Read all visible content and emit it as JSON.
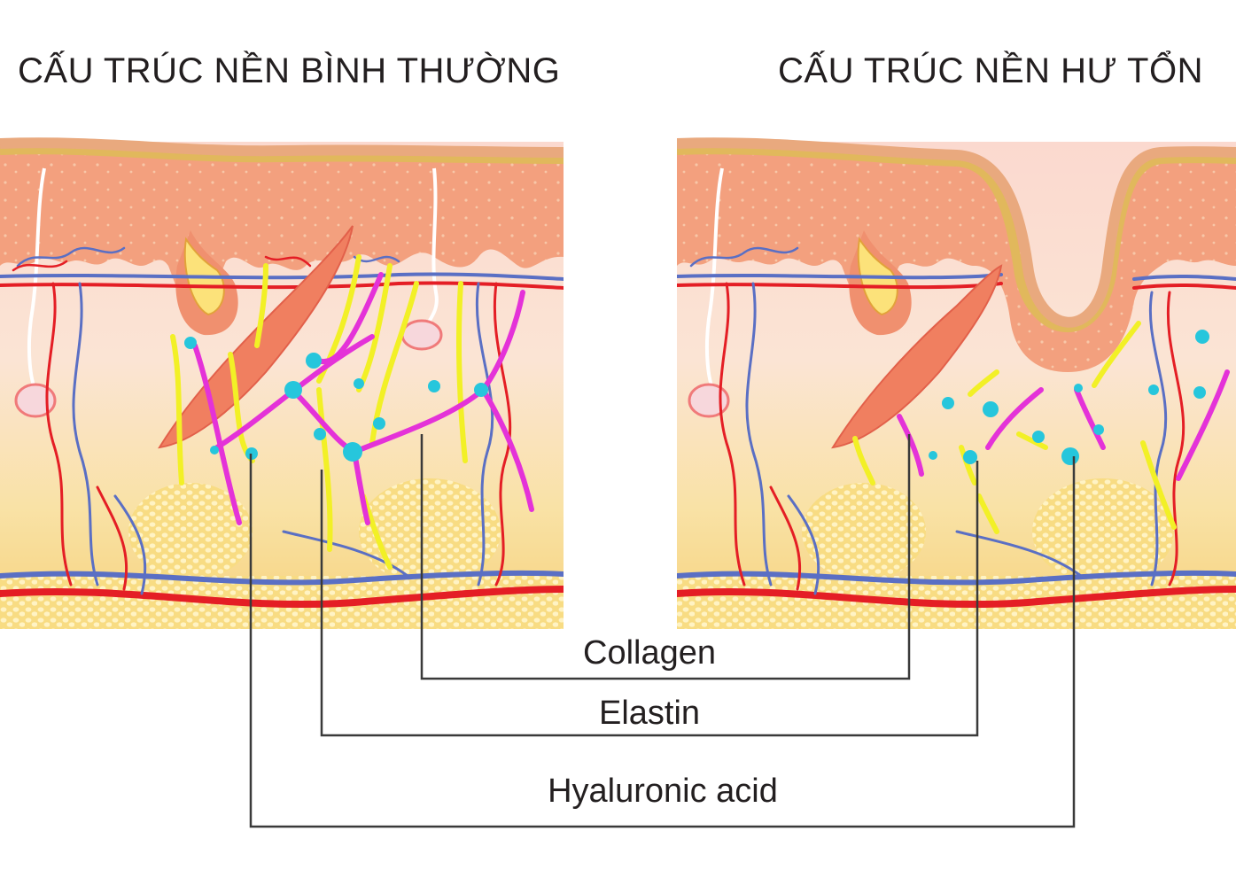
{
  "titles": {
    "normal": "CẤU TRÚC NỀN BÌNH THƯỜNG",
    "damaged": "CẤU TRÚC NỀN HƯ TỔN"
  },
  "legend": {
    "collagen": "Collagen",
    "elastin": "Elastin",
    "hyaluronic": "Hyaluronic acid"
  },
  "colors": {
    "collagen": "#f2f026",
    "elastin": "#e432d8",
    "hyaluronic_acid": "#26c6dc",
    "epidermis": "#f3a07e",
    "dermis": "#f8e2b0",
    "artery": "#e41e25",
    "vein": "#5a6fc4"
  }
}
